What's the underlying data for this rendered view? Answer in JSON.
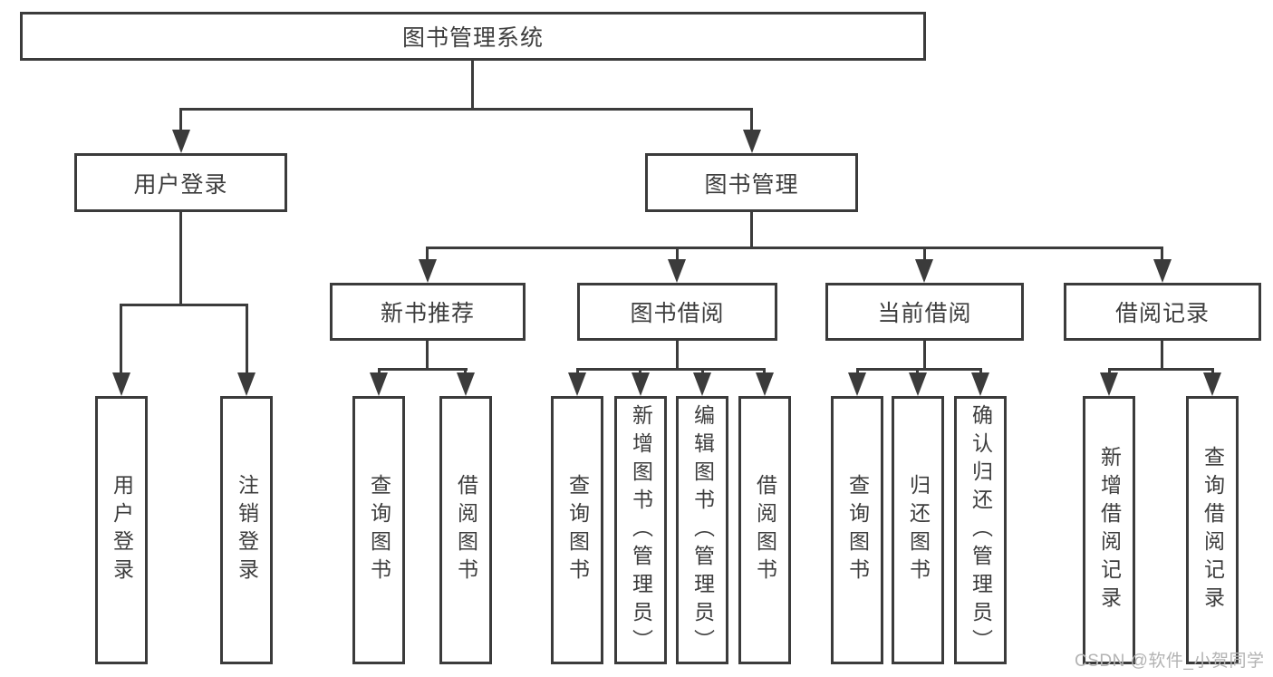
{
  "colors": {
    "line": "#3b3b3b",
    "text": "#3d3d3d",
    "box_background": "#ffffff",
    "watermark": "#b3b3b3",
    "page_background": "#ffffff"
  },
  "watermark": {
    "text": "CSDN @软件_小贺同学"
  },
  "tree": {
    "label": "图书管理系统",
    "children": [
      {
        "label": "用户登录",
        "children": [
          {
            "label": "用户登录"
          },
          {
            "label": "注销登录"
          }
        ]
      },
      {
        "label": "图书管理",
        "children": [
          {
            "label": "新书推荐",
            "children": [
              {
                "label": "查询图书"
              },
              {
                "label": "借阅图书"
              }
            ]
          },
          {
            "label": "图书借阅",
            "children": [
              {
                "label": "查询图书"
              },
              {
                "label": "新增图书（管理员）"
              },
              {
                "label": "编辑图书（管理员）"
              },
              {
                "label": "借阅图书"
              }
            ]
          },
          {
            "label": "当前借阅",
            "children": [
              {
                "label": "查询图书"
              },
              {
                "label": "归还图书"
              },
              {
                "label": "确认归还（管理员）"
              }
            ]
          },
          {
            "label": "借阅记录",
            "children": [
              {
                "label": "新增借阅记录"
              },
              {
                "label": "查询借阅记录"
              }
            ]
          }
        ]
      }
    ]
  }
}
